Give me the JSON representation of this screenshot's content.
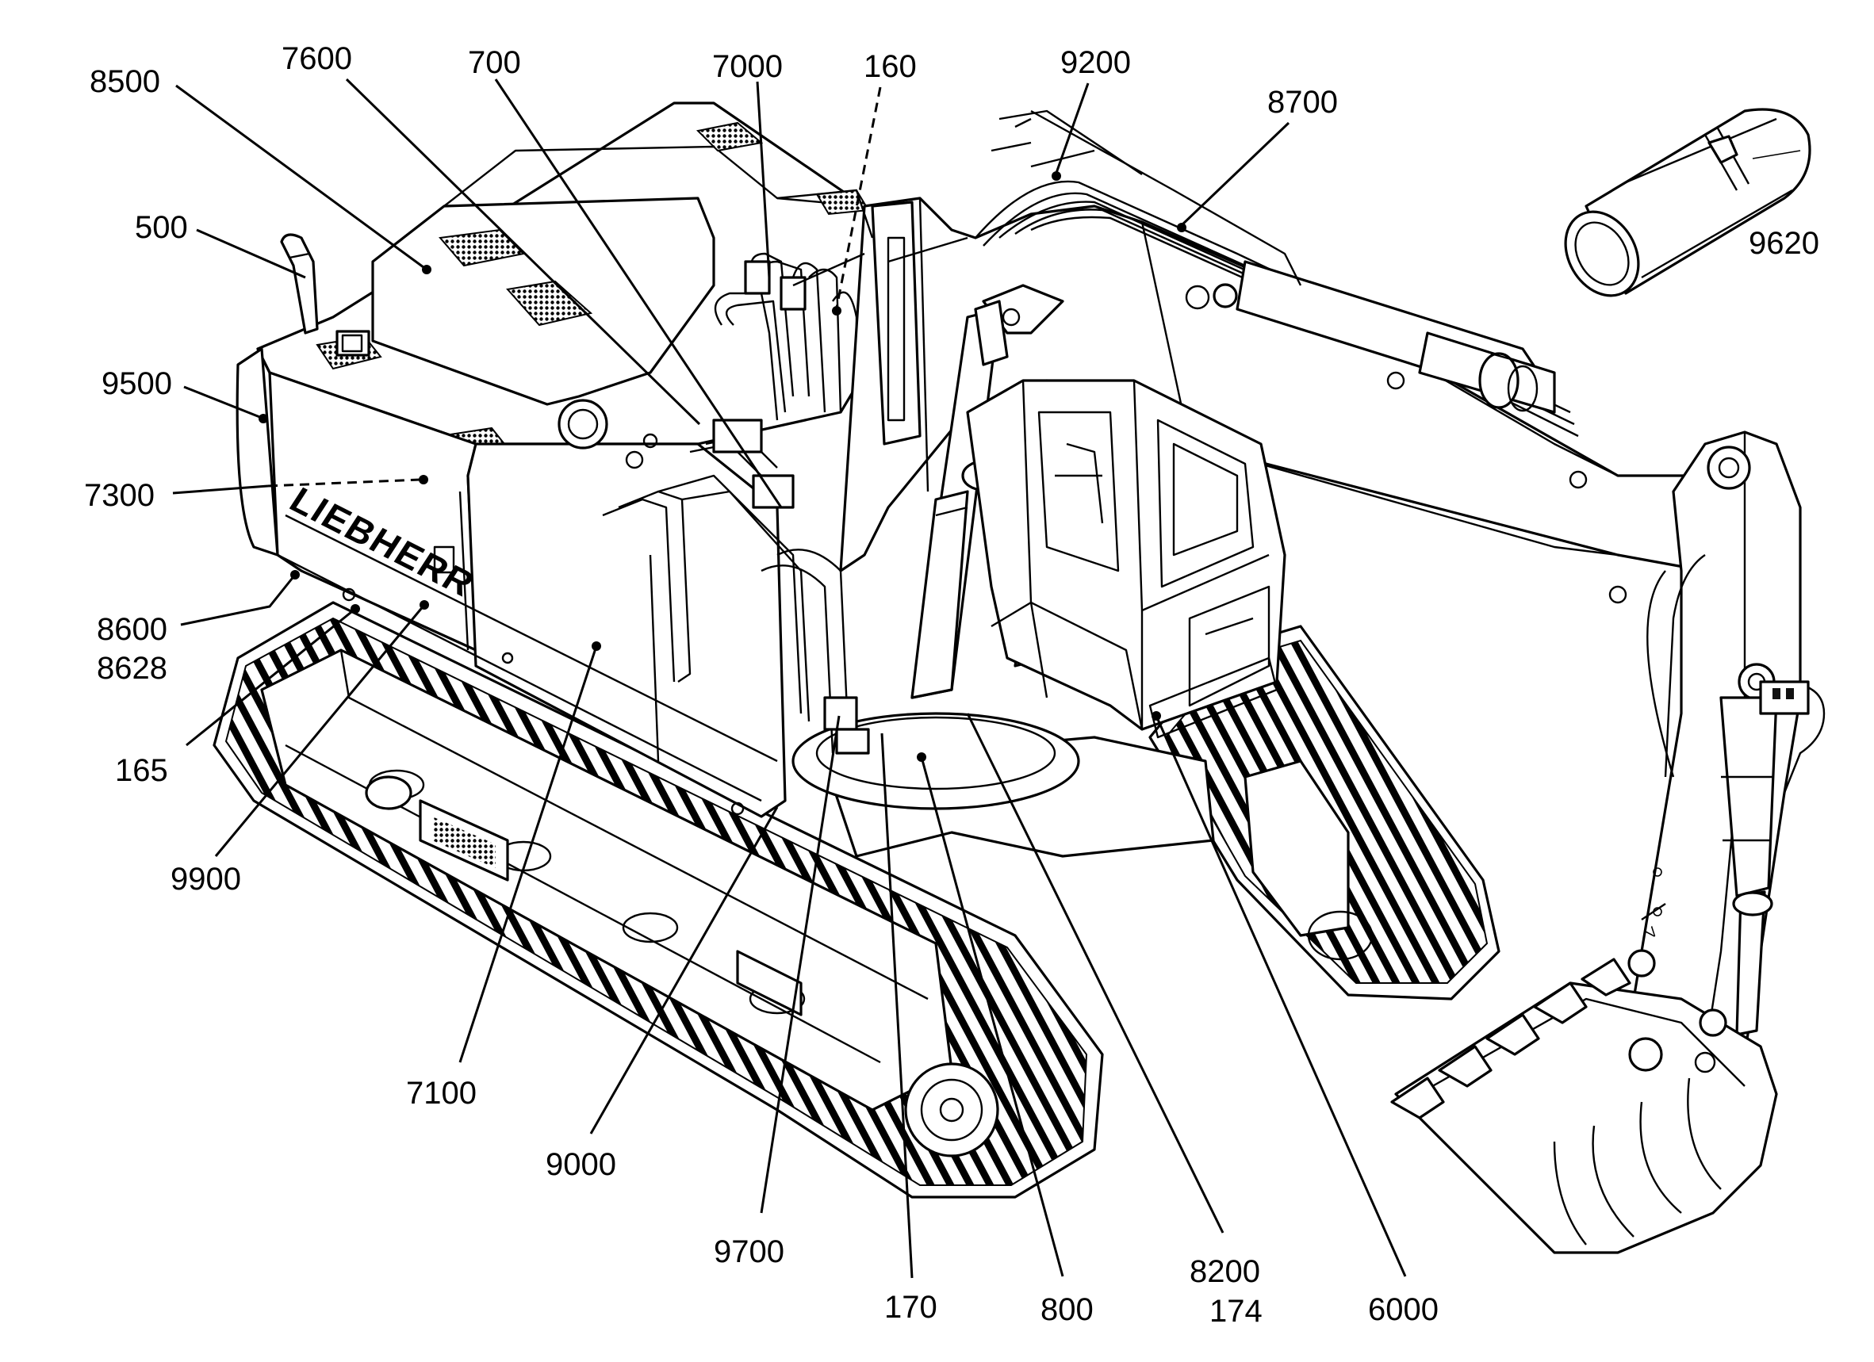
{
  "figure": {
    "brand_text": "LIEBHERR",
    "callouts": [
      {
        "id": "c8500",
        "label": "8500"
      },
      {
        "id": "c7600",
        "label": "7600"
      },
      {
        "id": "c700",
        "label": "700"
      },
      {
        "id": "c7000",
        "label": "7000"
      },
      {
        "id": "c160",
        "label": "160"
      },
      {
        "id": "c9200",
        "label": "9200"
      },
      {
        "id": "c8700",
        "label": "8700"
      },
      {
        "id": "c9620",
        "label": "9620"
      },
      {
        "id": "c500",
        "label": "500"
      },
      {
        "id": "c9500",
        "label": "9500"
      },
      {
        "id": "c7300",
        "label": "7300"
      },
      {
        "id": "c8600",
        "label": "8600"
      },
      {
        "id": "c8628",
        "label": "8628"
      },
      {
        "id": "c165",
        "label": "165"
      },
      {
        "id": "c9900",
        "label": "9900"
      },
      {
        "id": "c7100",
        "label": "7100"
      },
      {
        "id": "c9000",
        "label": "9000"
      },
      {
        "id": "c9700",
        "label": "9700"
      },
      {
        "id": "c170",
        "label": "170"
      },
      {
        "id": "c800",
        "label": "800"
      },
      {
        "id": "c8200",
        "label": "8200"
      },
      {
        "id": "c174",
        "label": "174"
      },
      {
        "id": "c6000",
        "label": "6000"
      }
    ]
  }
}
